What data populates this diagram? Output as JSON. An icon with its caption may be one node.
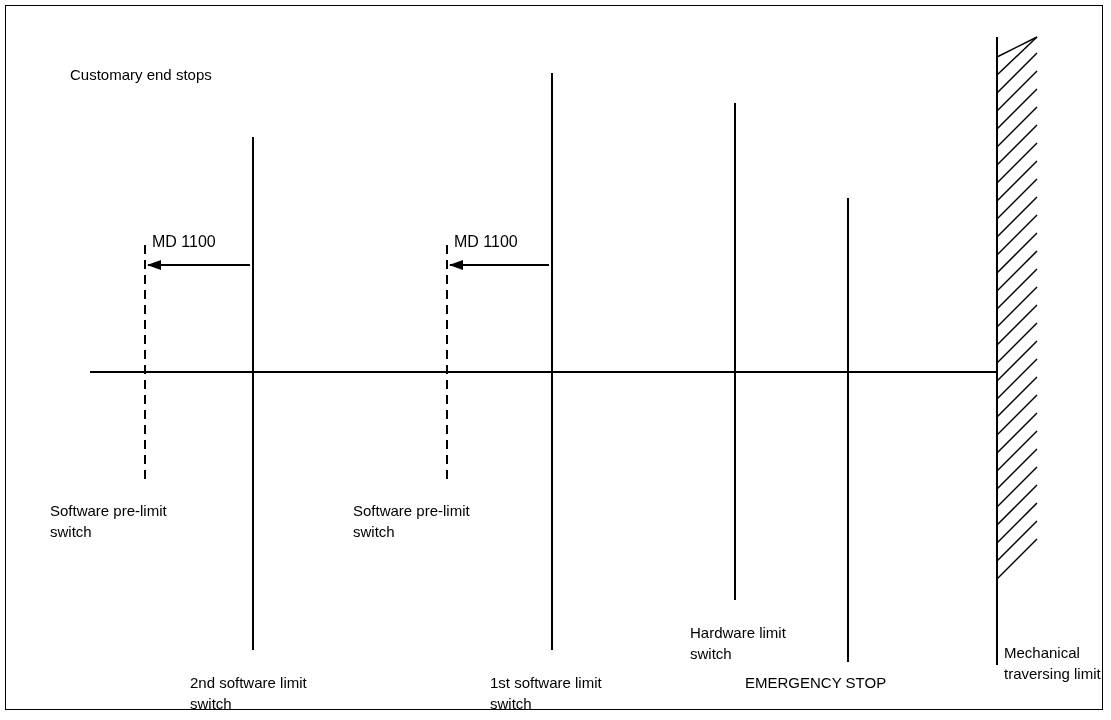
{
  "diagram": {
    "title": "Customary end stops",
    "nodes": [
      {
        "text": [
          "Software pre-limit switch"
        ]
      },
      {
        "text": [
          "2nd software limit switch"
        ]
      },
      {
        "text": [
          "Software pre-limit switch"
        ]
      },
      {
        "text": [
          "1st software limit switch"
        ]
      },
      {
        "text": [
          "Hardware limit switch"
        ]
      },
      {
        "text": [
          "EMERGENCY STOP"
        ]
      },
      {
        "text": [
          "Mechanical traversing limit"
        ]
      }
    ],
    "edges": [
      {
        "from": 1,
        "to": 0,
        "arrow": "to",
        "label": "MD 1100"
      },
      {
        "from": 3,
        "to": 2,
        "arrow": "to",
        "label": "MD 1100"
      }
    ]
  }
}
